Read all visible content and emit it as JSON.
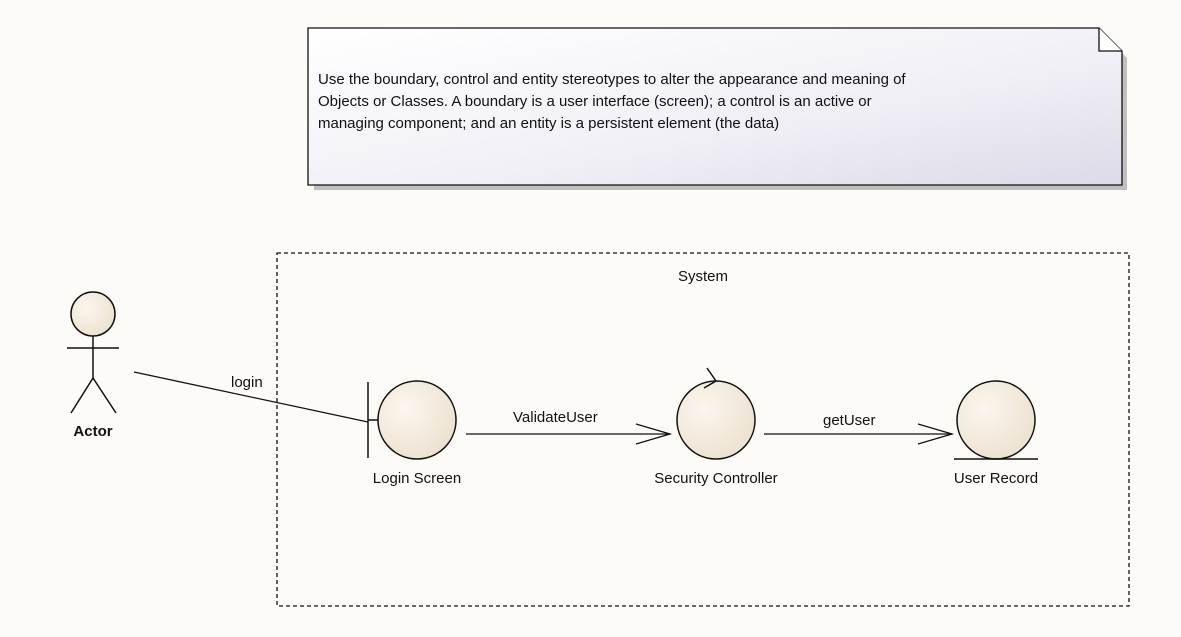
{
  "note": {
    "text": "Use the boundary, control and entity stereotypes to alter the appearance and meaning of\nObjects or Classes. A boundary is a user interface (screen); a control is an active or\nmanaging component; and an entity is a persistent element (the data)"
  },
  "system": {
    "label": "System"
  },
  "actor": {
    "label": "Actor"
  },
  "connectors": {
    "login": "login",
    "validate": "ValidateUser",
    "get_user": "getUser"
  },
  "nodes": {
    "boundary": "Login Screen",
    "control": "Security Controller",
    "entity": "User Record"
  },
  "colors": {
    "background": "#fcfbf7",
    "element_fill": "#f3eadb",
    "note_fill": "#f2f1f8",
    "stroke": "#111111"
  }
}
